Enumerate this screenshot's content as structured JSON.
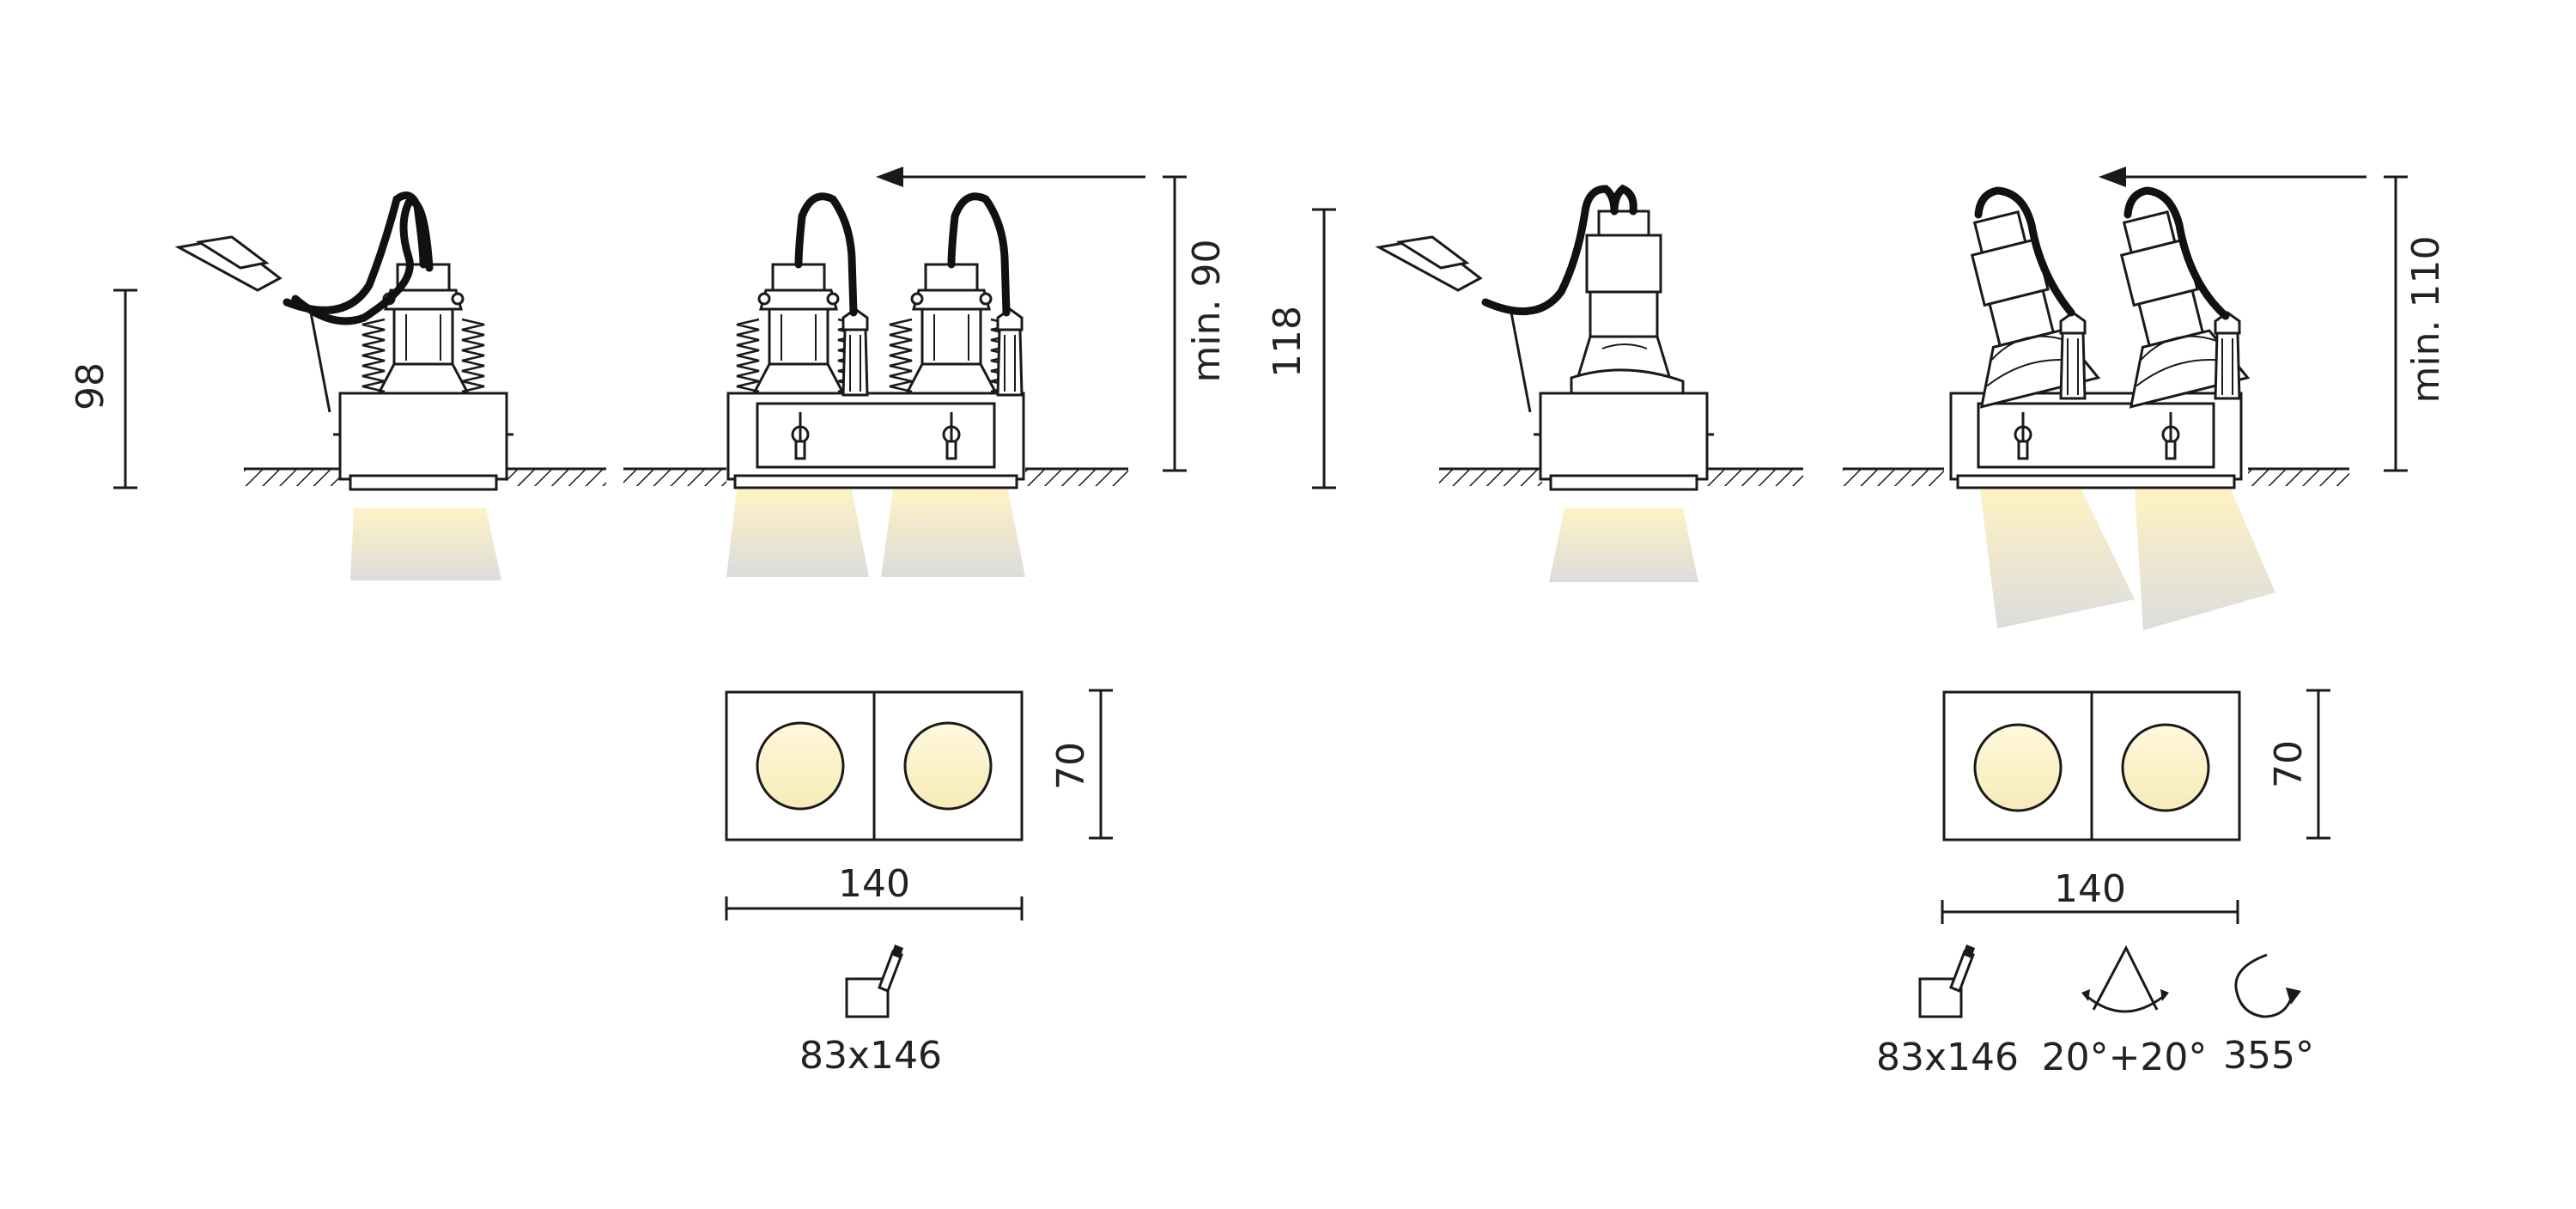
{
  "colors": {
    "line": "#1a1a1a",
    "light_beam_top": "#fff4cc",
    "light_beam_bottom": "#d8d8d8",
    "lens_fill": "#fff4cc",
    "hatch": "#1a1a1a",
    "background": "#ffffff"
  },
  "icons": [
    "mounting-box-icon",
    "tilt-angle-icon",
    "rotation-icon"
  ],
  "fixed_version": {
    "single_height": "98",
    "double_min_depth": "min. 90",
    "front_height": "70",
    "front_width": "140",
    "cutout": "83x146"
  },
  "adjustable_version": {
    "single_height": "118",
    "double_min_depth": "min. 110",
    "front_height": "70",
    "front_width": "140",
    "cutout": "83x146",
    "tilt": "20°+20°",
    "rotation": "355°"
  }
}
